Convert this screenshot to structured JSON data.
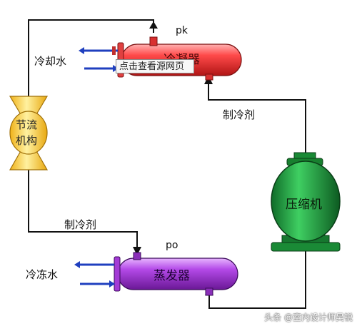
{
  "components": {
    "condenser": "冷凝器",
    "evaporator": "蒸发器",
    "compressor": "压缩机",
    "throttle": [
      "节流",
      "机构"
    ]
  },
  "labels": {
    "cooling_water": "冷却水",
    "chilled_water": "冷冻水",
    "refrigerant_top": "制冷剂",
    "refrigerant_bottom": "制冷剂",
    "pk": "pk",
    "po": "po"
  },
  "tooltip": "点击查看源网页",
  "watermark": "头条 @室内设计师昊锐",
  "colors": {
    "condenser": "#e83a3a",
    "evaporator": "#9a2bd6",
    "compressor": "#1f8f3a",
    "throttle": "#f2c93b",
    "arrows_in": "#1f3fbf",
    "pipe": "#111111"
  }
}
